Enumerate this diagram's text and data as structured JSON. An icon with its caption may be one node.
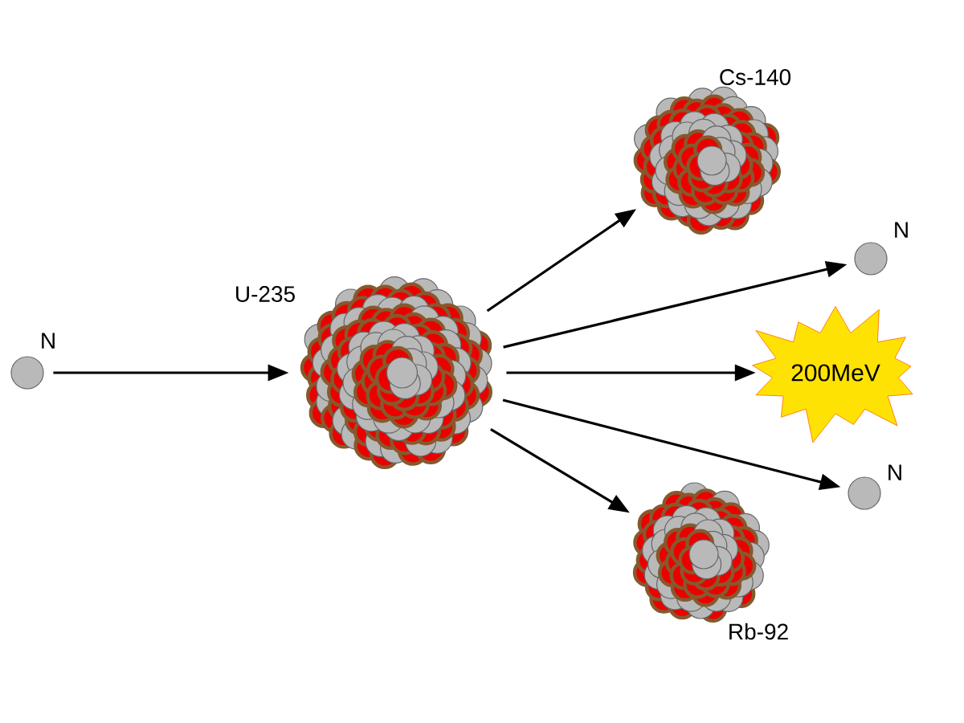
{
  "diagram": {
    "nodes": [
      {
        "text": [
          "N"
        ]
      },
      {
        "text": [
          "U-235"
        ]
      },
      {
        "text": [
          "Cs-140"
        ]
      },
      {
        "text": [
          "N"
        ]
      },
      {
        "text": [
          "200MeV"
        ]
      },
      {
        "text": [
          "N"
        ]
      },
      {
        "text": [
          "Rb-92"
        ]
      }
    ],
    "edges": [
      {
        "from": 0,
        "to": 1,
        "arrow": "to"
      },
      {
        "from": 1,
        "to": 2,
        "arrow": "to"
      },
      {
        "from": 1,
        "to": 3,
        "arrow": "to"
      },
      {
        "from": 1,
        "to": 4,
        "arrow": "to"
      },
      {
        "from": 1,
        "to": 5,
        "arrow": "to"
      },
      {
        "from": 1,
        "to": 6,
        "arrow": "to"
      }
    ]
  }
}
